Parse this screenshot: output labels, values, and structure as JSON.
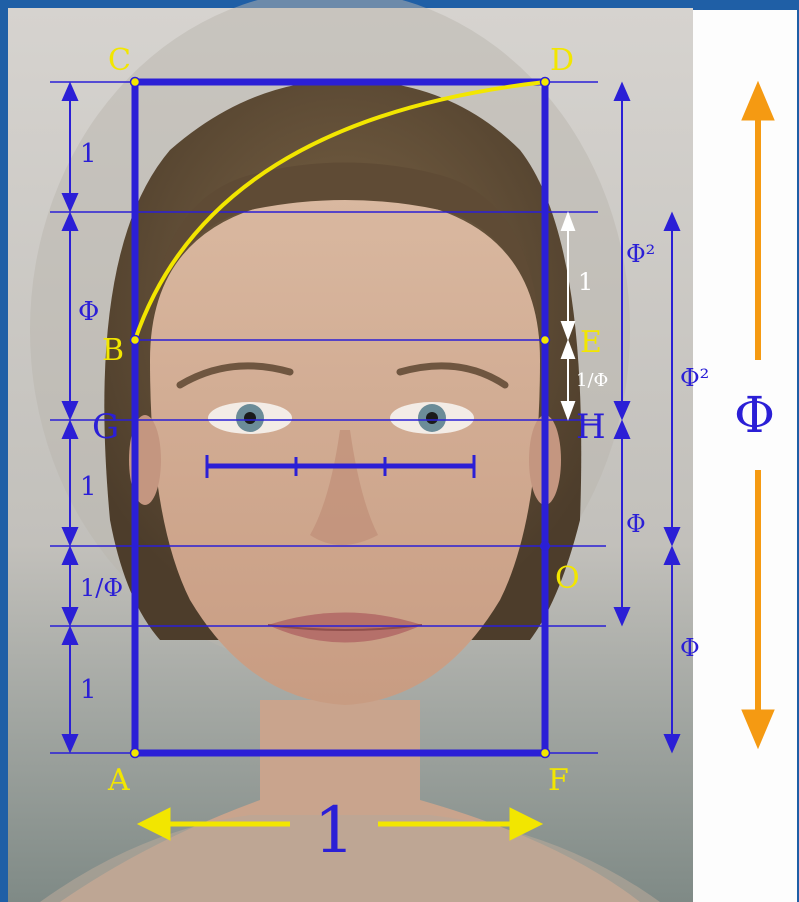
{
  "colors": {
    "frame": "#1f5fa6",
    "panel": "#fdfdfd",
    "guide": "#2b1fd6",
    "point_label": "#f2e600",
    "curve": "#f2e600",
    "phi_arrow": "#f59a12",
    "white_arrow": "#ffffff"
  },
  "points": {
    "c": "C",
    "d": "D",
    "b": "B",
    "e": "E",
    "g": "G",
    "h": "H",
    "o": "O",
    "a": "A",
    "f": "F"
  },
  "left_scale": {
    "s1": "1",
    "s2": "Φ",
    "s3": "1",
    "s4": "1/Φ",
    "s5": "1"
  },
  "right_scale": {
    "white_1": "1",
    "white_inv_phi": "1/Φ",
    "col1_phi_sq": "Φ²",
    "col1_phi": "Φ",
    "col2_phi_sq": "Φ²",
    "col2_phi": "Φ"
  },
  "bottom_width_label": "1",
  "panel_phi_label": "Φ",
  "mouth_scale_ticks": 4,
  "icons": [
    "woman-face-photo"
  ]
}
